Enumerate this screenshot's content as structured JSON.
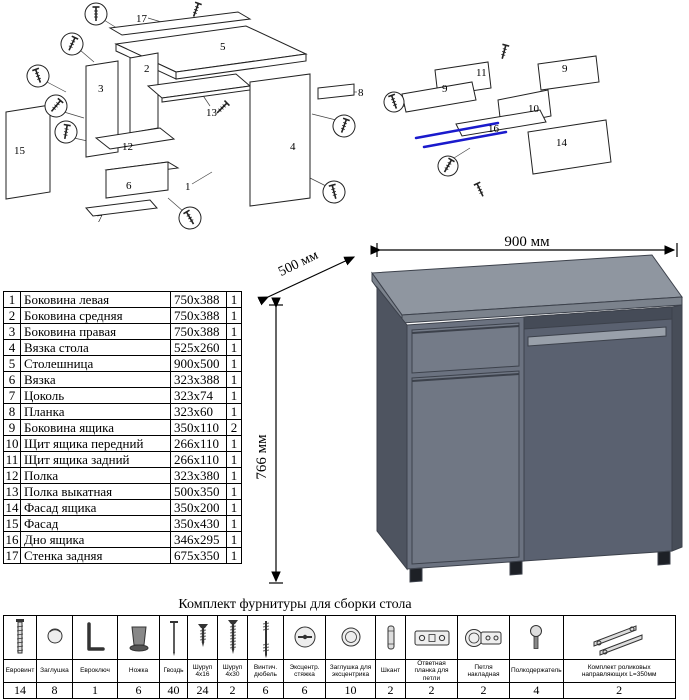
{
  "hardware_title": "Комплект фурнитуры для сборки стола",
  "dimensions": {
    "width": "900 мм",
    "depth": "500 мм",
    "height": "766 мм"
  },
  "colors": {
    "desk_top": "#8f96a0",
    "desk_edge": "#7b828c",
    "desk_front": "#6b7280",
    "desk_side": "#4e5460",
    "desk_interior": "#5a6170",
    "rail_blue": "#1a1acc"
  },
  "parts": {
    "rows": [
      {
        "num": "1",
        "name": "Боковина левая",
        "size": "750x388",
        "qty": "1"
      },
      {
        "num": "2",
        "name": "Боковина средняя",
        "size": "750x388",
        "qty": "1"
      },
      {
        "num": "3",
        "name": "Боковина правая",
        "size": "750x388",
        "qty": "1"
      },
      {
        "num": "4",
        "name": "Вязка стола",
        "size": "525x260",
        "qty": "1"
      },
      {
        "num": "5",
        "name": "Столешница",
        "size": "900x500",
        "qty": "1"
      },
      {
        "num": "6",
        "name": "Вязка",
        "size": "323x388",
        "qty": "1"
      },
      {
        "num": "7",
        "name": "Цоколь",
        "size": "323x74",
        "qty": "1"
      },
      {
        "num": "8",
        "name": "Планка",
        "size": "323x60",
        "qty": "1"
      },
      {
        "num": "9",
        "name": "Боковина ящика",
        "size": "350x110",
        "qty": "2"
      },
      {
        "num": "10",
        "name": "Щит ящика передний",
        "size": "266x110",
        "qty": "1"
      },
      {
        "num": "11",
        "name": "Щит ящика задний",
        "size": "266x110",
        "qty": "1"
      },
      {
        "num": "12",
        "name": "Полка",
        "size": "323x380",
        "qty": "1"
      },
      {
        "num": "13",
        "name": "Полка выкатная",
        "size": "500x350",
        "qty": "1"
      },
      {
        "num": "14",
        "name": "Фасад ящика",
        "size": "350x200",
        "qty": "1"
      },
      {
        "num": "15",
        "name": "Фасад",
        "size": "350x430",
        "qty": "1"
      },
      {
        "num": "16",
        "name": "Дно ящика",
        "size": "346x295",
        "qty": "1"
      },
      {
        "num": "17",
        "name": "Стенка задняя",
        "size": "675x350",
        "qty": "1"
      }
    ]
  },
  "hardware": {
    "items": [
      {
        "name": "Евровинт",
        "qty": "14"
      },
      {
        "name": "Заглушка",
        "qty": "8"
      },
      {
        "name": "Евроключ",
        "qty": "1"
      },
      {
        "name": "Ножка",
        "qty": "6"
      },
      {
        "name": "Гвоздь",
        "qty": "40"
      },
      {
        "name": "Шуруп 4x16",
        "qty": "24"
      },
      {
        "name": "Шуруп 4x30",
        "qty": "2"
      },
      {
        "name": "Винтич. дюбель",
        "qty": "6"
      },
      {
        "name": "Эксцентр. стяжка",
        "qty": "6"
      },
      {
        "name": "Заглушка для эксцентрика",
        "qty": "10"
      },
      {
        "name": "Шкант",
        "qty": "2"
      },
      {
        "name": "Ответная планка для петли",
        "qty": "2"
      },
      {
        "name": "Петля накладная",
        "qty": "2"
      },
      {
        "name": "Полкодержатель",
        "qty": "4"
      },
      {
        "name": "Комплект роликовых направляющих L=350мм",
        "qty": "2"
      }
    ]
  },
  "diagram_labels": {
    "left": [
      "17",
      "5",
      "2",
      "3",
      "13",
      "15",
      "12",
      "6",
      "7",
      "1",
      "4",
      "8"
    ],
    "right": [
      "11",
      "9",
      "9",
      "10",
      "16",
      "14"
    ]
  }
}
